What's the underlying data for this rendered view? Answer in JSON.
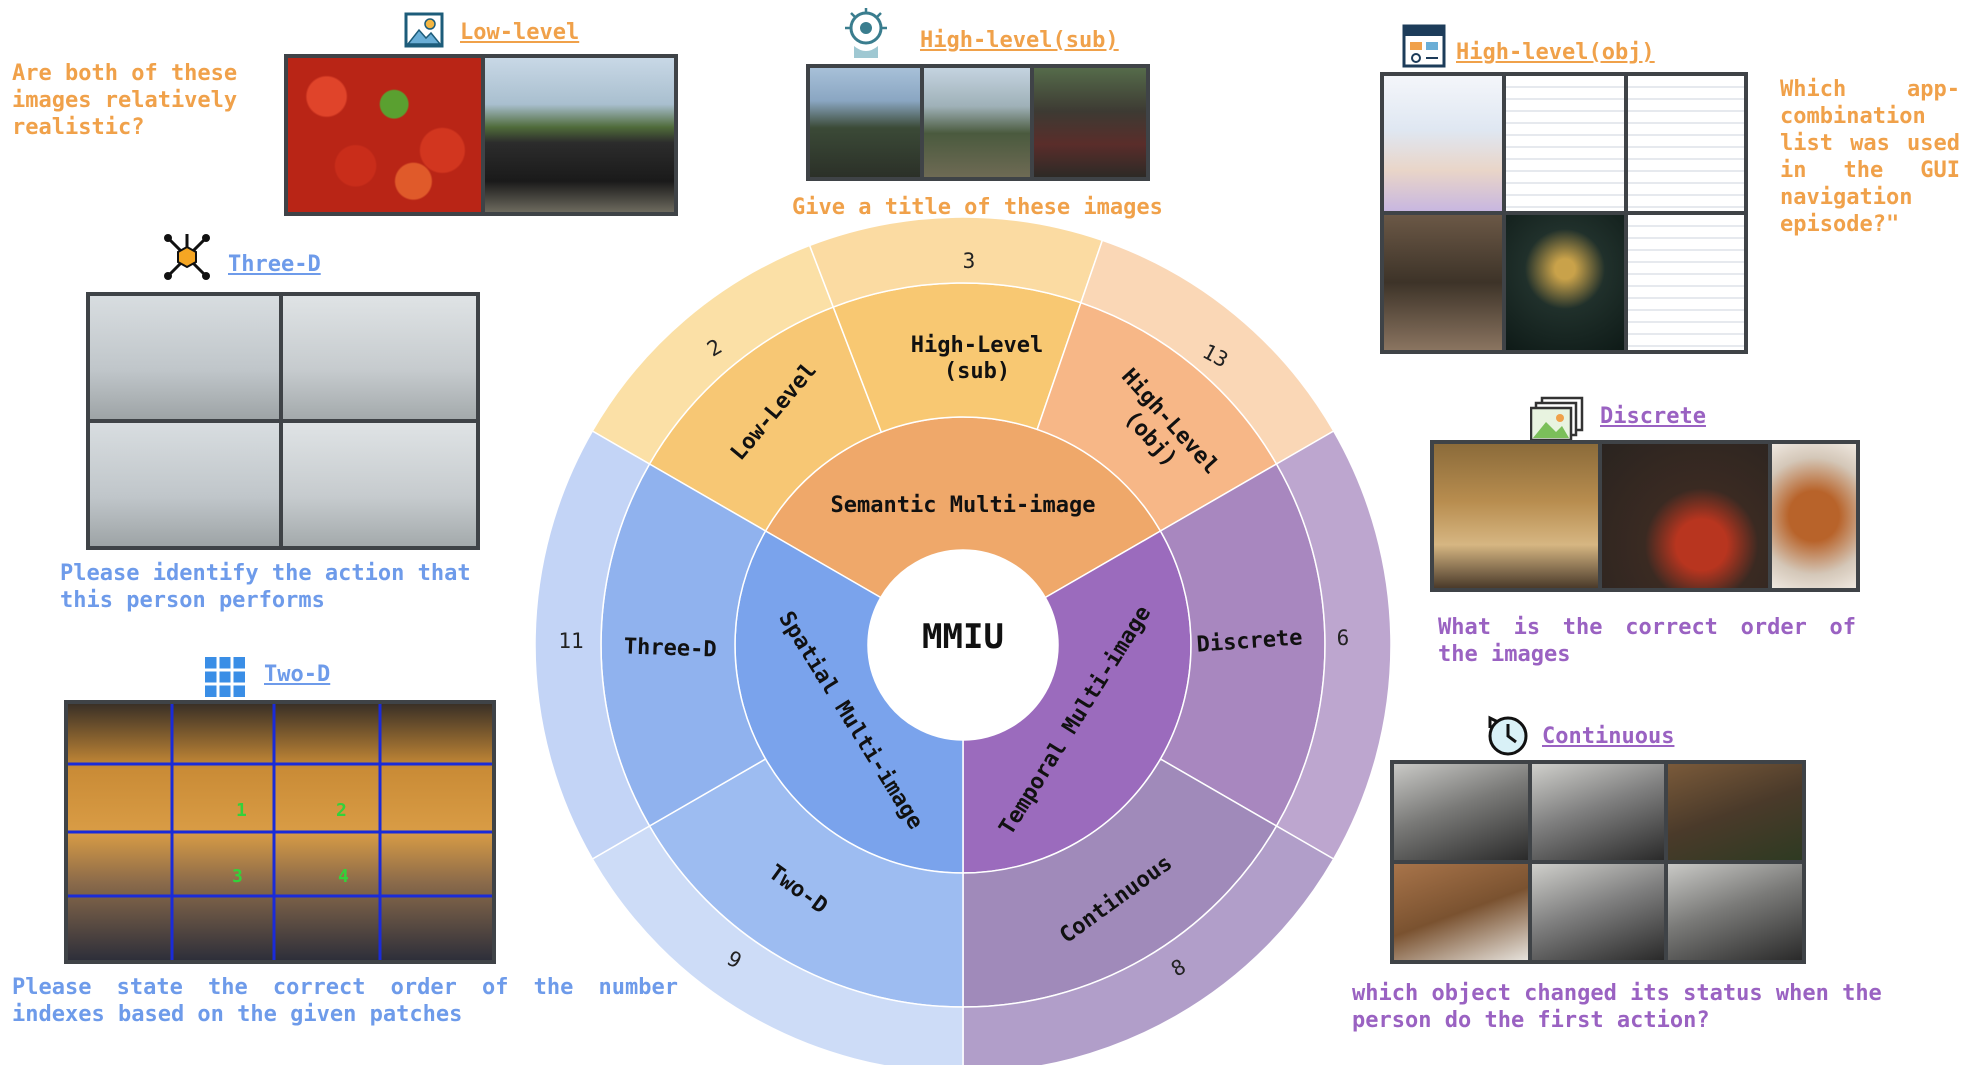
{
  "center_label": "MMIU",
  "colors": {
    "semantic": "#f0a860",
    "spatial": "#7ba3ec",
    "temporal": "#9a6cbc",
    "low_text": "#f0a14a",
    "spatial_text": "#6e9bea",
    "temporal_text": "#9a62c2"
  },
  "chart_data": {
    "type": "sunburst",
    "center": "MMIU",
    "categories": [
      {
        "name": "Semantic Multi-image",
        "children": [
          {
            "name": "Low-Level",
            "value": 2
          },
          {
            "name": "High-Level (sub)",
            "value": 3
          },
          {
            "name": "High-Level (obj)",
            "value": 13
          }
        ]
      },
      {
        "name": "Temporal Multi-image",
        "children": [
          {
            "name": "Discrete",
            "value": 6
          },
          {
            "name": "Continuous",
            "value": 8
          }
        ]
      },
      {
        "name": "Spatial Multi-image",
        "children": [
          {
            "name": "Two-D",
            "value": 9
          },
          {
            "name": "Three-D",
            "value": 11
          }
        ]
      }
    ]
  },
  "wheel": {
    "inner": {
      "semantic": "Semantic Multi-image",
      "spatial": "Spatial Multi-image",
      "temporal": "Temporal Multi-image"
    },
    "middle": {
      "low": "Low-Level",
      "high_sub_1": "High-Level",
      "high_sub_2": "(sub)",
      "high_obj_1": "High-Level",
      "high_obj_2": "(obj)",
      "discrete": "Discrete",
      "continuous": "Continuous",
      "two_d": "Two-D",
      "three_d": "Three-D"
    },
    "counts": {
      "low": "2",
      "high_sub": "3",
      "high_obj": "13",
      "discrete": "6",
      "continuous": "8",
      "two_d": "9",
      "three_d": "11"
    }
  },
  "panels": {
    "low_level": {
      "title": "Low-level",
      "question": "Are both of these images relatively realistic?",
      "icon": "image-icon"
    },
    "high_sub": {
      "title": "High-level(sub)",
      "question": "Give a title of these images",
      "icon": "brain-circuit-icon"
    },
    "high_obj": {
      "title": "High-level(obj)",
      "question": "Which app-combination list was used in the GUI navigation episode?\"",
      "icon": "gui-screen-icon"
    },
    "three_d": {
      "title": "Three-D",
      "question": "Please identify the action that this person performs",
      "icon": "3d-cube-network-icon"
    },
    "two_d": {
      "title": "Two-D",
      "question": "Please state the correct order of the number indexes based on the given patches",
      "icon": "grid-icon",
      "patch_labels": [
        "1",
        "2",
        "3",
        "4"
      ]
    },
    "discrete": {
      "title": "Discrete",
      "question": "What is the correct order of the images",
      "icon": "image-stack-icon"
    },
    "continuous": {
      "title": "Continuous",
      "question": "which object changed its status when the person do the first action?",
      "icon": "clock-icon"
    }
  }
}
